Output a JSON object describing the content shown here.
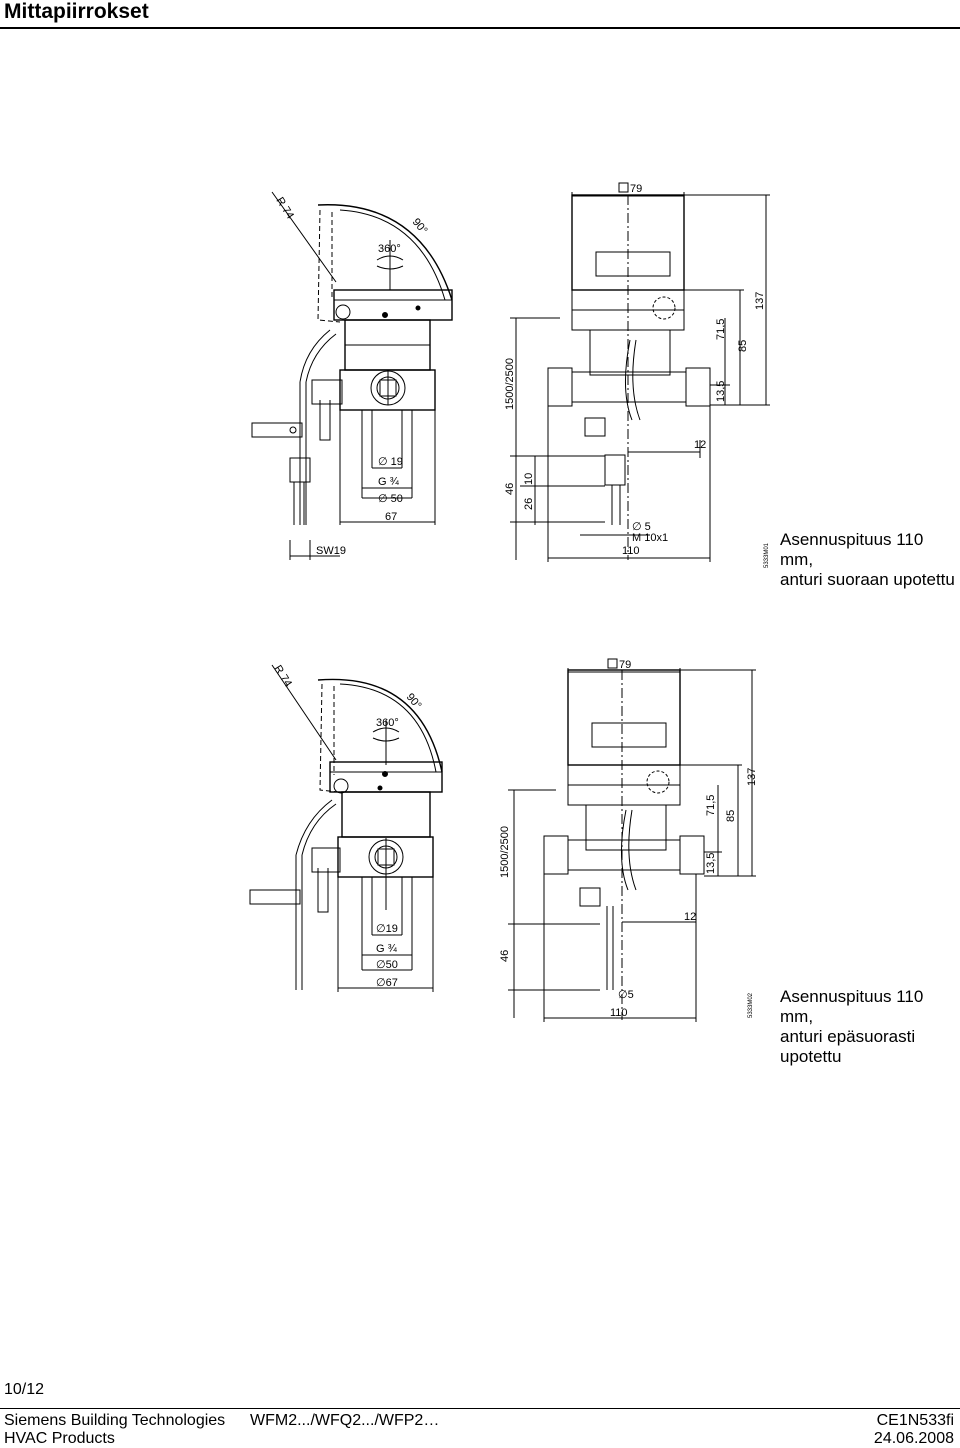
{
  "document": {
    "heading": "Mittapiirrokset",
    "page_number": "10/12"
  },
  "figures": [
    {
      "caption_line1": "Asennuspituus 110 mm,",
      "caption_line2": "anturi suoraan upotettu",
      "drawing_code": "5333M01",
      "dims": {
        "radius": "R 74",
        "angle_90": "90°",
        "angle_360": "360°",
        "d19": "∅ 19",
        "g34": "G ¾",
        "d50": "∅ 50",
        "w67": "67",
        "sw19": "SW19",
        "sq79": "79",
        "cable": "1500/2500",
        "h46": "46",
        "h26": "26",
        "h10": "10",
        "h137": "137",
        "h85": "85",
        "h715": "71,5",
        "h135": "13,5",
        "w12": "12",
        "d5": "∅ 5",
        "thread": "M 10x1",
        "w110": "110"
      }
    },
    {
      "caption_line1": "Asennuspituus 110 mm,",
      "caption_line2": "anturi epäsuorasti upotettu",
      "drawing_code": "5333M02",
      "dims": {
        "radius": "R 74",
        "angle_90": "90°",
        "angle_360": "360°",
        "d19": "∅19",
        "g34": "G ¾",
        "d50": "∅50",
        "w67": "∅67",
        "sq79": "79",
        "cable": "1500/2500",
        "h46": "46",
        "h137": "137",
        "h85": "85",
        "h715": "71,5",
        "h135": "13,5",
        "w12": "12",
        "d5": "∅5",
        "w110": "110"
      }
    }
  ],
  "footer": {
    "company": "Siemens Building Technologies",
    "division": "HVAC Products",
    "product": "WFM2.../WFQ2.../WFP2…",
    "doc_id": "CE1N533fi",
    "date": "24.06.2008"
  }
}
